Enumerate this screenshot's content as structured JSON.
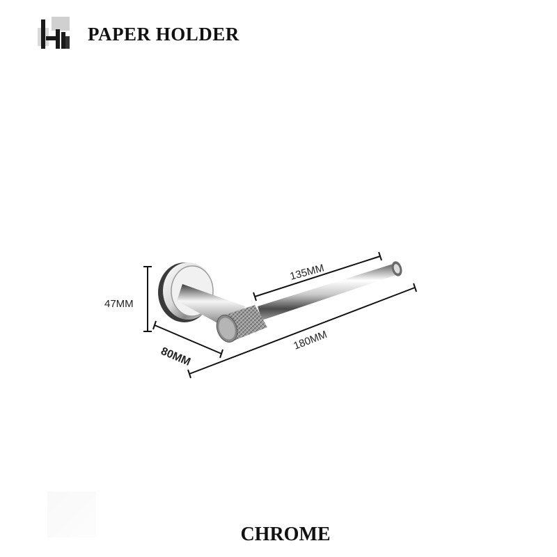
{
  "header": {
    "title": "PAPER HOLDER",
    "logo_icon": "brand-logo-icon"
  },
  "dimensions": {
    "height": "47MM",
    "base_depth": "80MM",
    "arm_length": "135MM",
    "total_length": "180MM"
  },
  "footer": {
    "finish": "CHROME"
  },
  "colors": {
    "text": "#111111",
    "chrome_light": "#f5f5f5",
    "chrome_dark": "#5a5a5a"
  }
}
